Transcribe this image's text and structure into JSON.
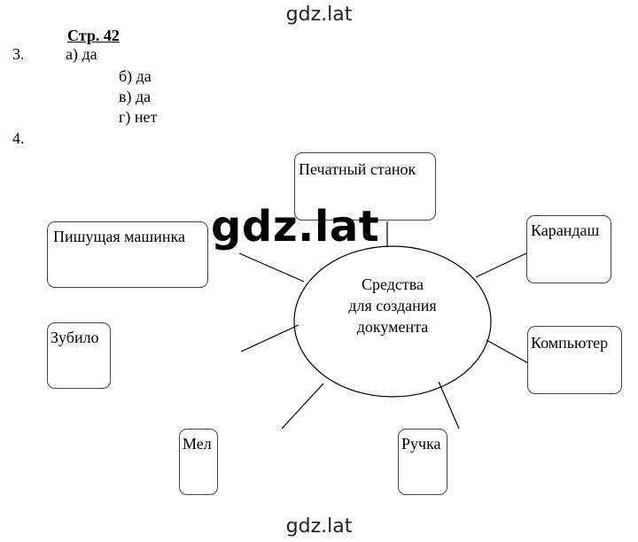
{
  "watermark": {
    "top": "gdz.lat",
    "center": "gdz.lat",
    "bottom": "gdz.lat"
  },
  "page_heading": "Стр. 42",
  "task3": {
    "number": "3.",
    "answers": [
      "а) да",
      "б) да",
      "в) да",
      "г) нет"
    ]
  },
  "task4": {
    "number": "4."
  },
  "diagram": {
    "center_lines": [
      "Средства",
      "для создания",
      "документа"
    ],
    "nodes": {
      "printing_press": "Печатный станок",
      "typewriter": "Пишущая машинка",
      "pencil": "Карандаш",
      "chisel": "Зубило",
      "computer": "Компьютер",
      "chalk": "Мел",
      "pen": "Ручка"
    }
  }
}
